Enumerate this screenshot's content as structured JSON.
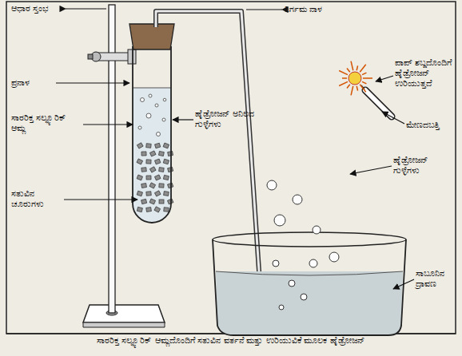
{
  "diagram": {
    "caption": "ಸಾರರಿಕ್ತ ಸಲ್ಫ್ಯೂರಿಕ್ ಆಮ್ಲದೊಂದಿಗೆ ಸತುವಿನ ವರ್ತನೆ ಮತ್ತು ಉರಿಯುವಿಕೆ ಮೂಲಕ ಹೈಡ್ರೋಜನ್",
    "labels": [
      "ಆಧಾರ ಸ್ತಂಭ",
      "ನಿರ್ಗಮ ನಾಳ",
      "ಪಾಪ್ ಶಬ್ದದೊಂದಿಗೆ ಹೈಡ್ರೋಜನ್ ಉರಿಯುತ್ತದೆ",
      "ಮೇಣದಬತ್ತಿ",
      "ಪ್ರನಾಳ",
      "ಸಾರರಿಕ್ತ ಸಲ್ಫ್ಯೂರಿಕ್ ಆಮ್ಲ",
      "ಹೈಡ್ರೋಜನ್ ಅನಿಲದ ಗುಳ್ಳೆಗಳು",
      "ಸತುವಿನ ಚೂರುಗಳು",
      "ಹೈಡ್ರೋಜನ್ ಗುಳ್ಳೆಗಳು",
      "ಸಾಬೂನಿನ ದ್ರಾವಣ"
    ]
  }
}
